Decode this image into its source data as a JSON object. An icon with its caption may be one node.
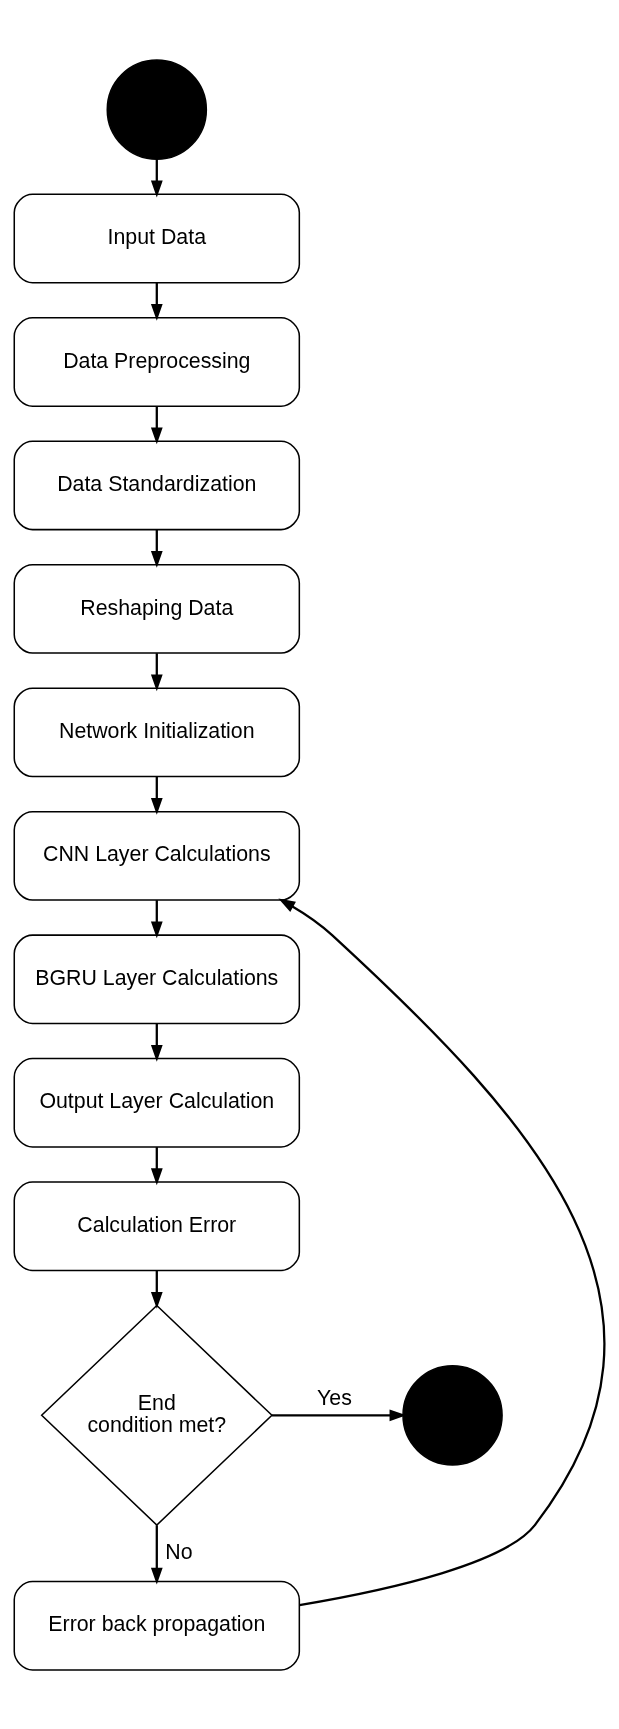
{
  "diagram": {
    "nodes": [
      {
        "text": [],
        "shape": "circle"
      },
      {
        "text": [
          "Input Data"
        ]
      },
      {
        "text": [
          "Data Preprocessing"
        ]
      },
      {
        "text": [
          "Data Standardization"
        ]
      },
      {
        "text": [
          "Reshaping Data"
        ]
      },
      {
        "text": [
          "Network Initialization"
        ]
      },
      {
        "text": [
          "CNN Layer Calculations"
        ]
      },
      {
        "text": [
          "BGRU Layer Calculations"
        ]
      },
      {
        "text": [
          "Output Layer Calculation"
        ]
      },
      {
        "text": [
          "Calculation Error"
        ]
      },
      {
        "text": [
          "End condition met?"
        ]
      },
      {
        "text": [],
        "shape": "circle"
      },
      {
        "text": [
          "Error back propagation"
        ]
      }
    ],
    "edges": [
      {
        "from": 0,
        "to": 1,
        "arrow": "to"
      },
      {
        "from": 1,
        "to": 2,
        "arrow": "to"
      },
      {
        "from": 2,
        "to": 3,
        "arrow": "to"
      },
      {
        "from": 3,
        "to": 4,
        "arrow": "to"
      },
      {
        "from": 4,
        "to": 5,
        "arrow": "to"
      },
      {
        "from": 5,
        "to": 6,
        "arrow": "to"
      },
      {
        "from": 6,
        "to": 7,
        "arrow": "to"
      },
      {
        "from": 7,
        "to": 8,
        "arrow": "to"
      },
      {
        "from": 8,
        "to": 9,
        "arrow": "to"
      },
      {
        "from": 9,
        "to": 10,
        "arrow": "to"
      },
      {
        "from": 10,
        "to": 11,
        "label": "Yes",
        "arrow": "to"
      },
      {
        "from": 10,
        "to": 12,
        "label": "No",
        "arrow": "to"
      },
      {
        "from": 12,
        "to": 6,
        "arrow": "to"
      }
    ]
  }
}
